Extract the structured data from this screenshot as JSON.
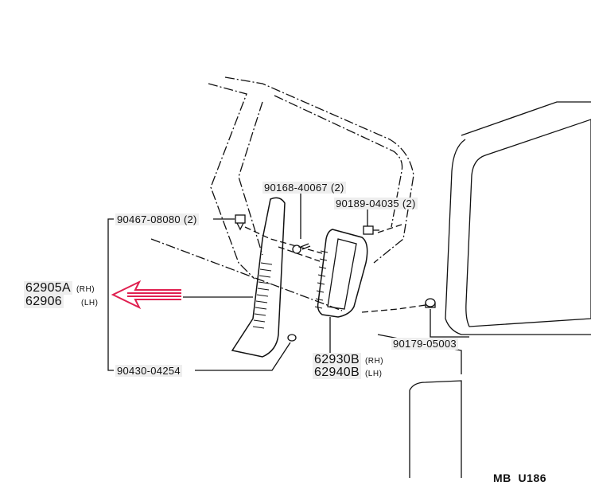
{
  "parts": {
    "p1": "90467-08080",
    "p1_qty": "(2)",
    "p2": "90168-40067",
    "p2_qty": "(2)",
    "p3": "90189-04035",
    "p3_qty": "(2)",
    "p4_rh": "62905A",
    "p4_rh_side": "(RH)",
    "p4_lh": "62906",
    "p4_lh_side": "(LH)",
    "p5": "90179-05003",
    "p6_rh": "62930B",
    "p6_rh_side": "(RH)",
    "p6_lh": "62940B",
    "p6_lh_side": "(LH)",
    "p7": "90430-04254"
  },
  "diagram_code": "MB  U186",
  "colors": {
    "arrow": "#e02050",
    "line": "#111111",
    "label_bg": "#eeeeee"
  }
}
